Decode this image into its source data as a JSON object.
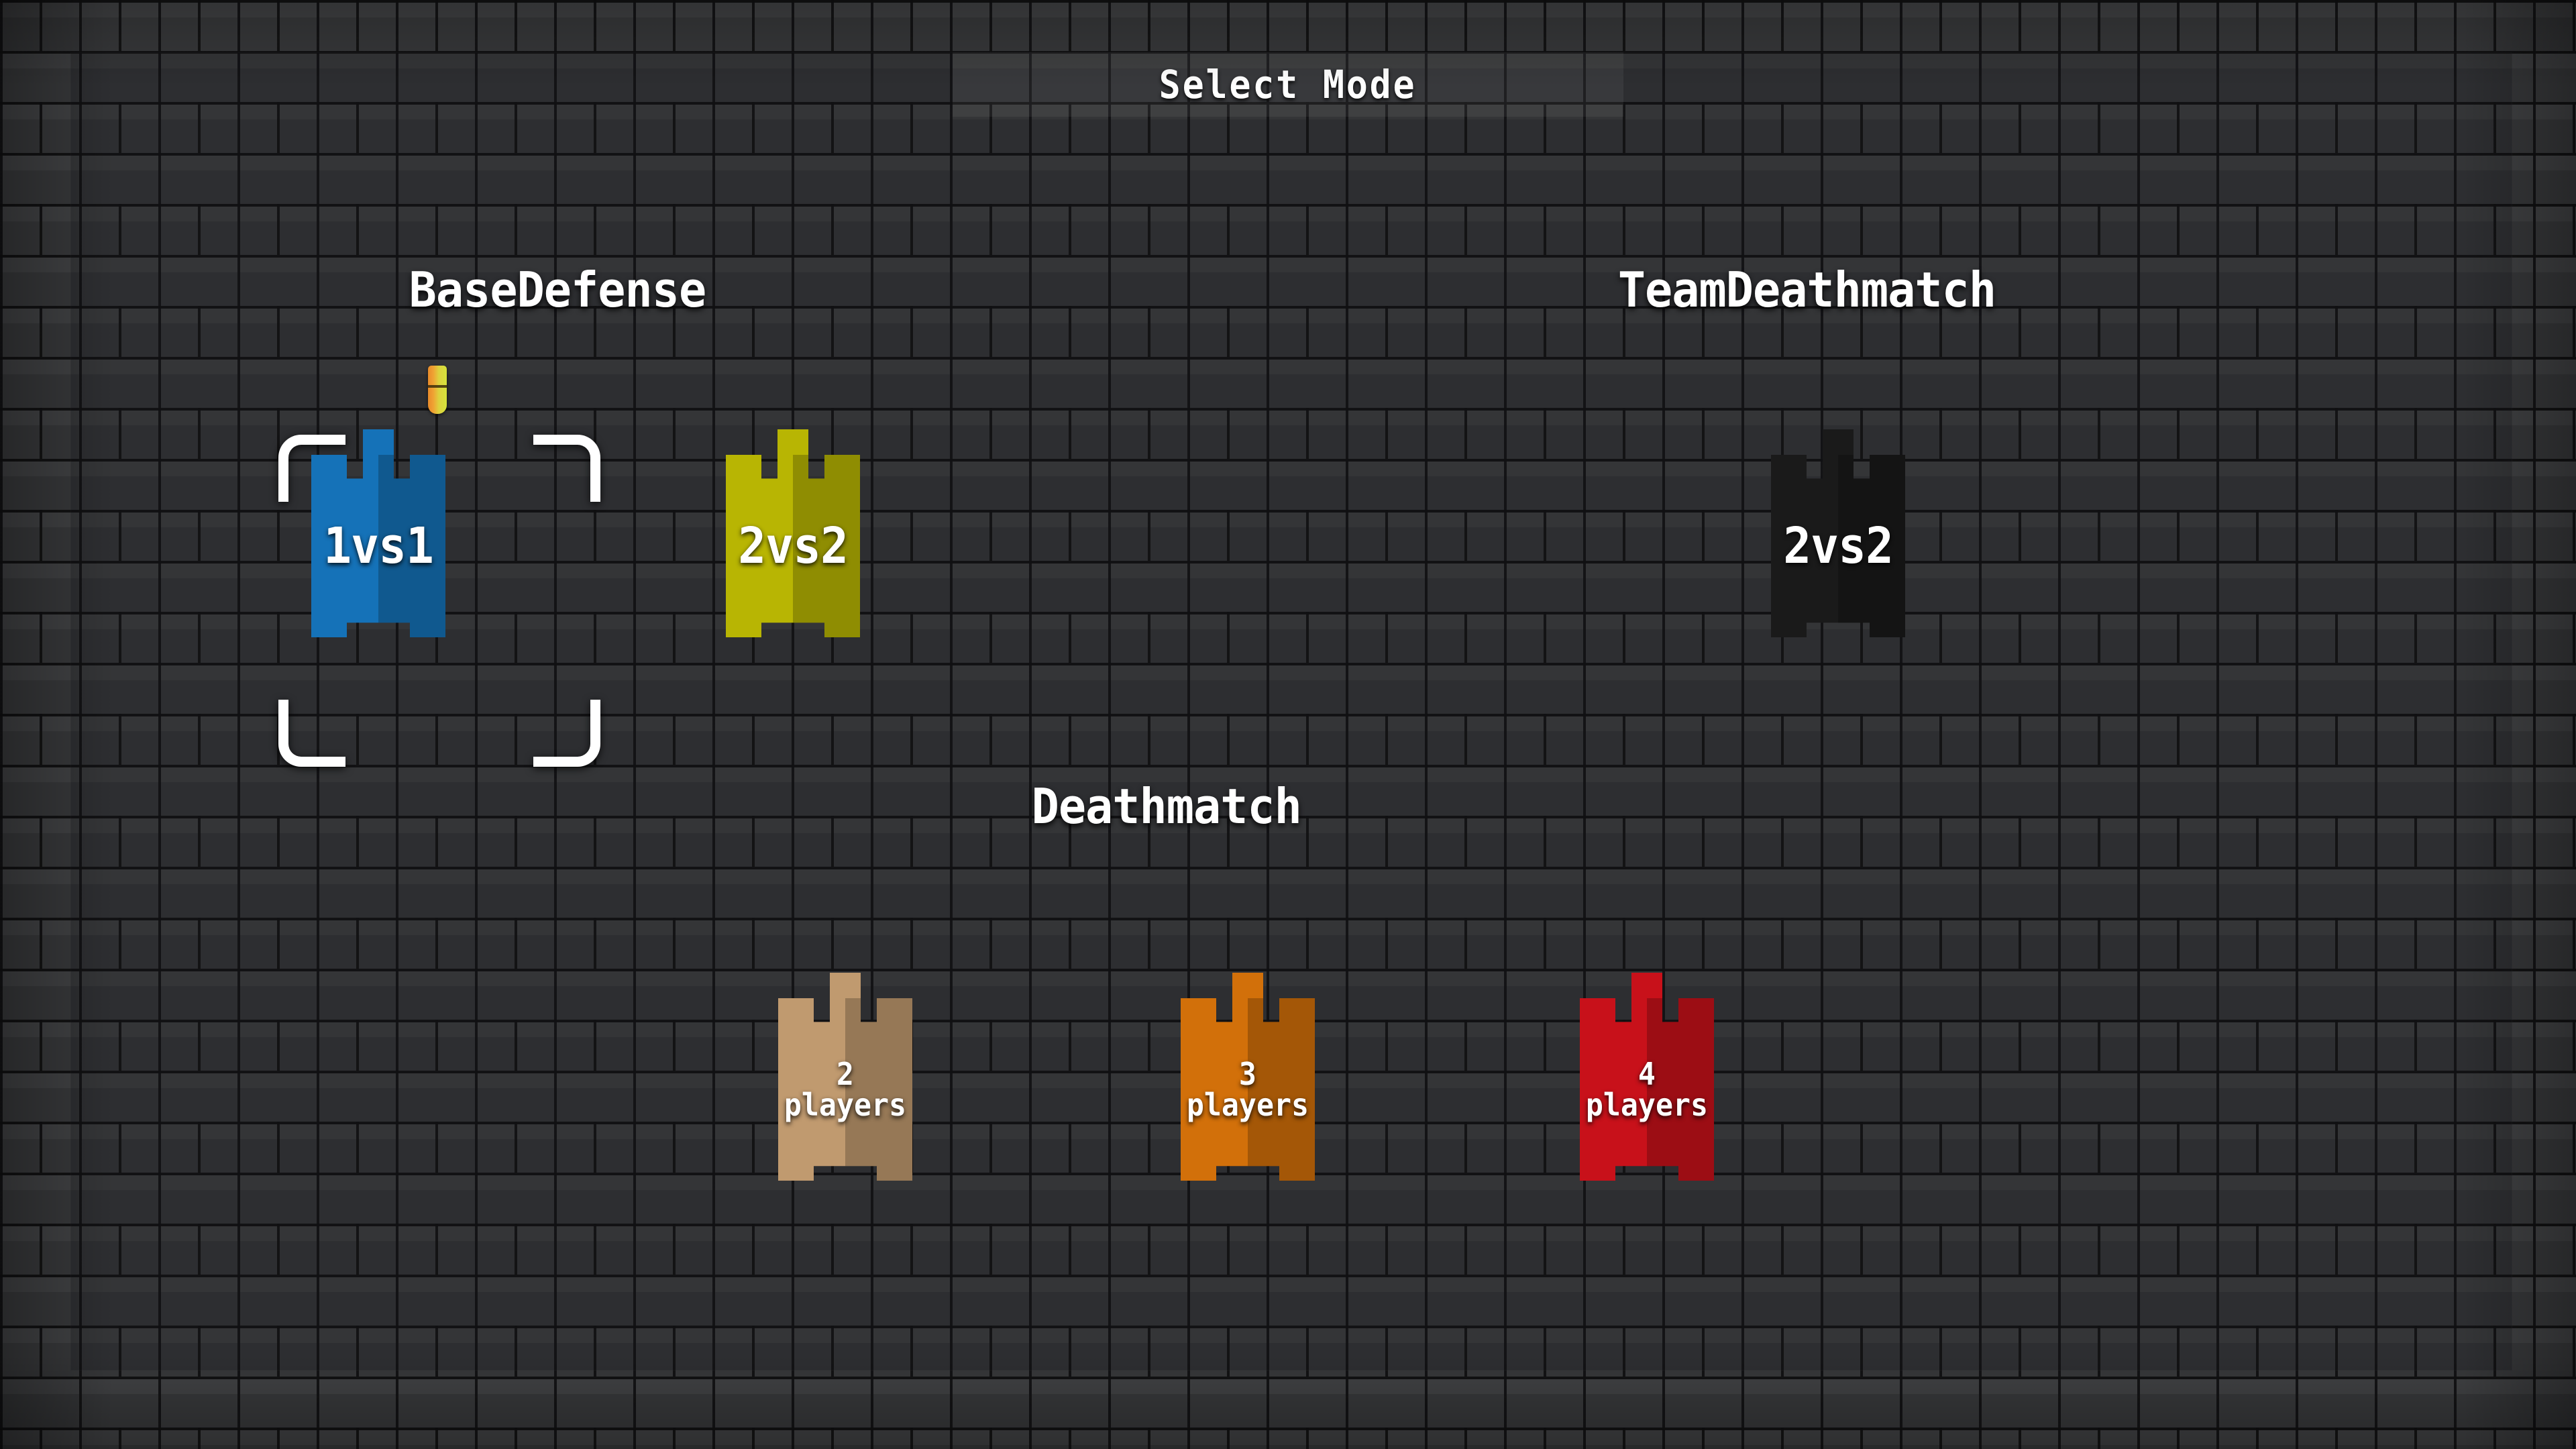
{
  "window": {
    "title": "Select Mode"
  },
  "sections": [
    {
      "id": "basedefense",
      "heading": "BaseDefense",
      "options": [
        {
          "id": "1vs1",
          "label": "1vs1",
          "color": "#1572b8",
          "selected": true
        },
        {
          "id": "bd-2vs2",
          "label": "2vs2",
          "color": "#b8b503",
          "selected": false
        }
      ]
    },
    {
      "id": "teamdeathmatch",
      "heading": "TeamDeathmatch",
      "options": [
        {
          "id": "tdm-2vs2",
          "label": "2vs2",
          "color": "#1a1a1a",
          "selected": false
        }
      ]
    },
    {
      "id": "deathmatch",
      "heading": "Deathmatch",
      "options": [
        {
          "id": "dm-2players",
          "count": "2",
          "unit": "players",
          "color": "#c09a6f",
          "selected": false
        },
        {
          "id": "dm-3players",
          "count": "3",
          "unit": "players",
          "color": "#d2700a",
          "selected": false
        },
        {
          "id": "dm-4players",
          "count": "4",
          "unit": "players",
          "color": "#c8111a",
          "selected": false
        }
      ]
    }
  ],
  "icons": {
    "bullet": "bullet-icon",
    "selection": "selection-bracket-icon"
  },
  "colors": {
    "selection_bracket": "#ffffff",
    "panel_background": "#3a3b3d",
    "title_text": "#ffffff",
    "bullet_left": "#e88b2a",
    "bullet_right": "#d6e23c"
  }
}
